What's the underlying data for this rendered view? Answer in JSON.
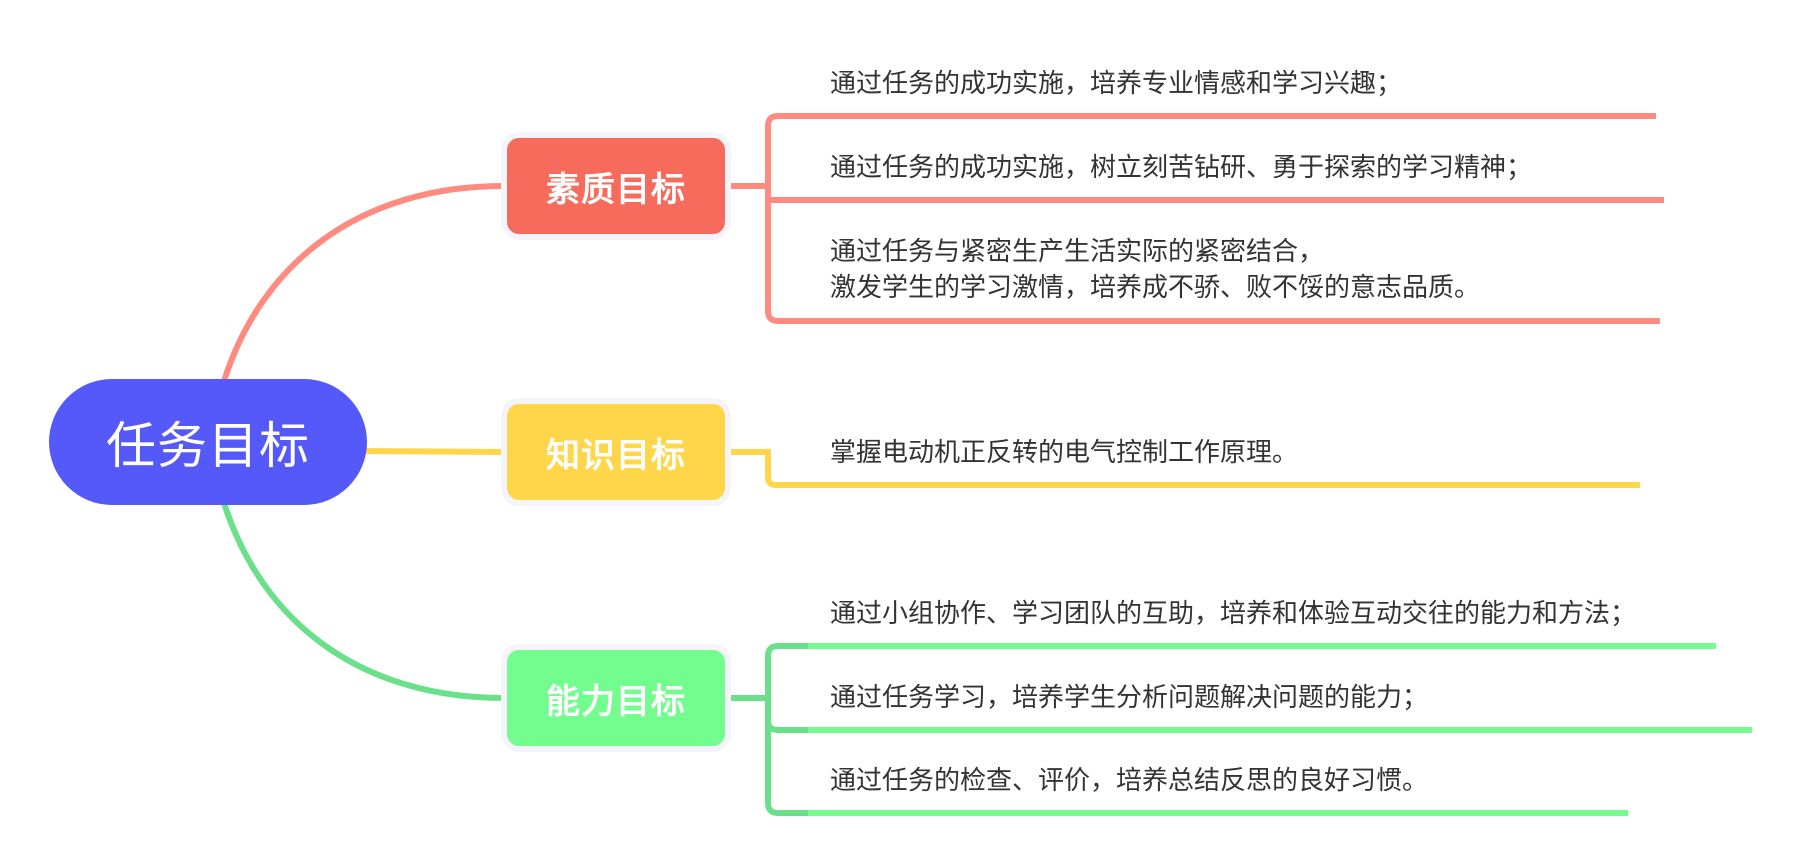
{
  "root": {
    "label": "任务目标",
    "color": "#5659F9"
  },
  "branches": [
    {
      "label": "素质目标",
      "node_color": "#F66B5B",
      "line_color": "#FF8A7F",
      "items": [
        "通过任务的成功实施，培养专业情感和学习兴趣；",
        "通过任务的成功实施，树立刻苦钻研、勇于探索的学习精神；",
        "通过任务与紧密生产生活实际的紧密结合，\n激发学生的学习激情，培养成不骄、败不馁的意志品质。"
      ],
      "item_lines": [
        [
          "通过任务的成功实施，培养专业情感和学习兴趣；"
        ],
        [
          "通过任务的成功实施，树立刻苦钻研、勇于探索的学习精神；"
        ],
        [
          "通过任务与紧密生产生活实际的紧密结合，",
          "激发学生的学习激情，培养成不骄、败不馁的意志品质。"
        ]
      ]
    },
    {
      "label": "知识目标",
      "node_color": "#FFD54A",
      "line_color": "#FFD54A",
      "items": [
        "掌握电动机正反转的电气控制工作原理。"
      ],
      "item_lines": [
        [
          "掌握电动机正反转的电气控制工作原理。"
        ]
      ]
    },
    {
      "label": "能力目标",
      "node_color": "#72FD8E",
      "line_color": "#6AE08A",
      "underline_color": "#75FC8E",
      "items": [
        "通过小组协作、学习团队的互助，培养和体验互动交往的能力和方法；",
        "通过任务学习，培养学生分析问题解决问题的能力；",
        "通过任务的检查、评价，培养总结反思的良好习惯。"
      ],
      "item_lines": [
        [
          "通过小组协作、学习团队的互助，培养和体验互动交往的能力和方法；"
        ],
        [
          "通过任务学习，培养学生分析问题解决问题的能力；"
        ],
        [
          "通过任务的检查、评价，培养总结反思的良好习惯。"
        ]
      ]
    }
  ]
}
